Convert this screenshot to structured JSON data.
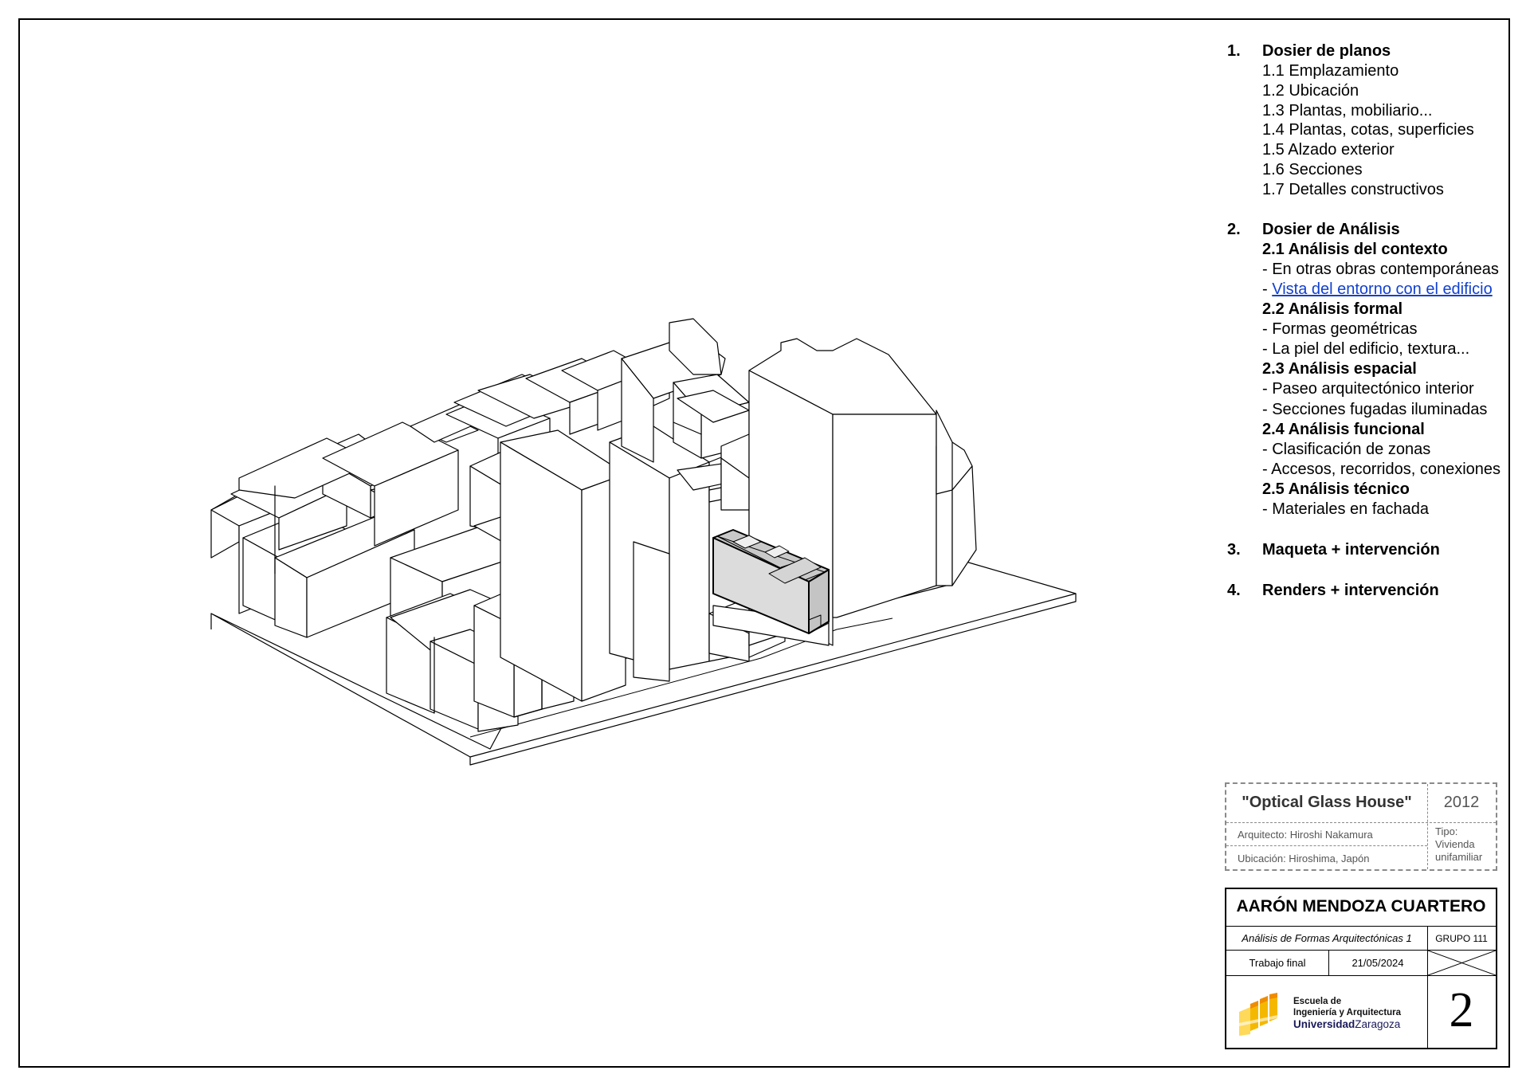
{
  "index": {
    "sections": [
      {
        "number": "1.",
        "title": "Dosier de planos",
        "items": [
          "1.1 Emplazamiento",
          "1.2 Ubicación",
          "1.3 Plantas, mobiliario...",
          "1.4 Plantas, cotas, superficies",
          "1.5 Alzado exterior",
          "1.6 Secciones",
          "1.7 Detalles constructivos"
        ]
      },
      {
        "number": "2.",
        "title": "Dosier de Análisis",
        "subsections": [
          {
            "title": "2.1 Análisis del contexto",
            "items": [
              "- En otras obras contemporáneas"
            ],
            "link_prefix": "- ",
            "link_text": "Vista del entorno con el edificio"
          },
          {
            "title": "2.2 Análisis formal",
            "items": [
              "- Formas geométricas",
              "- La piel del edificio, textura..."
            ]
          },
          {
            "title": "2.3 Análisis espacial",
            "items": [
              "- Paseo arquitectónico interior",
              "- Secciones fugadas iluminadas"
            ]
          },
          {
            "title": "2.4 Análisis funcional",
            "items": [
              "- Clasificación de zonas",
              "- Accesos, recorridos, conexiones"
            ]
          },
          {
            "title": "2.5 Análisis técnico",
            "items": [
              "- Materiales en fachada"
            ]
          }
        ]
      },
      {
        "number": "3.",
        "title": "Maqueta + intervención"
      },
      {
        "number": "4.",
        "title": "Renders + intervención"
      }
    ]
  },
  "project": {
    "name": "\"Optical Glass House\"",
    "year": "2012",
    "architect": "Arquitecto: Hiroshi Nakamura",
    "location": "Ubicación: Hiroshima, Japón",
    "type_label": "Tipo:",
    "type_line1": "Vivienda",
    "type_line2": "unifamiliar"
  },
  "author": {
    "name": "AARÓN MENDOZA CUARTERO",
    "course": "Análisis de Formas Arquitectónicas 1",
    "group": "GRUPO 111",
    "work": "Trabajo final",
    "date": "21/05/2024",
    "sheet_number": "2"
  },
  "school": {
    "line1": "Escuela de",
    "line2": "Ingeniería y Arquitectura",
    "line3a": "Universidad",
    "line3b": "Zaragoza",
    "logo_colors": [
      "#f5b800",
      "#f08c00",
      "#ffd95a"
    ],
    "text_color_bold": "#1a1a5a"
  }
}
